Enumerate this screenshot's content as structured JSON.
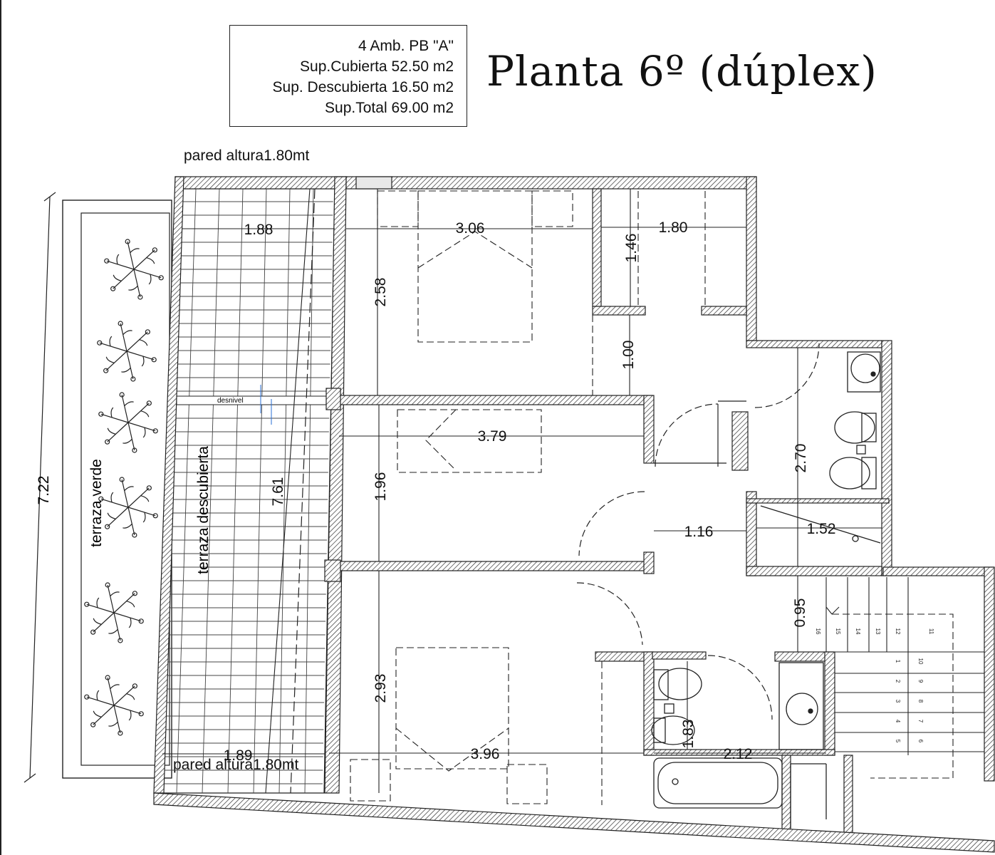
{
  "info_box": {
    "line1": "4  Amb. PB \"A\"",
    "line2": "Sup.Cubierta 52.50 m2",
    "line3": "Sup. Descubierta 16.50 m2",
    "line4": "Sup.Total  69.00 m2"
  },
  "title": "Planta 6º (dúplex)",
  "wall_note_top": "pared altura1.80mt",
  "wall_note_bottom": "pared altura1.80mt",
  "labels": {
    "terraza_verde": "terraza verde",
    "terraza_descubierta": "terraza descubierta",
    "desnivel": "desnivel"
  },
  "dimensions": {
    "d722": "7.22",
    "d761": "7.61",
    "d188": "1.88",
    "d189": "1.89",
    "d306": "3.06",
    "d180": "1.80",
    "d146": "1.46",
    "d258": "2.58",
    "d100": "1.00",
    "d379": "3.79",
    "d196": "1.96",
    "d270": "2.70",
    "d116": "1.16",
    "d152": "1.52",
    "d095": "0.95",
    "d293": "2.93",
    "d396": "3.96",
    "d183": "1.83",
    "d212": "2.12"
  },
  "stair_steps": [
    "1",
    "2",
    "3",
    "4",
    "5",
    "6",
    "7",
    "8",
    "9",
    "10",
    "11",
    "12",
    "13",
    "14",
    "15",
    "16"
  ]
}
